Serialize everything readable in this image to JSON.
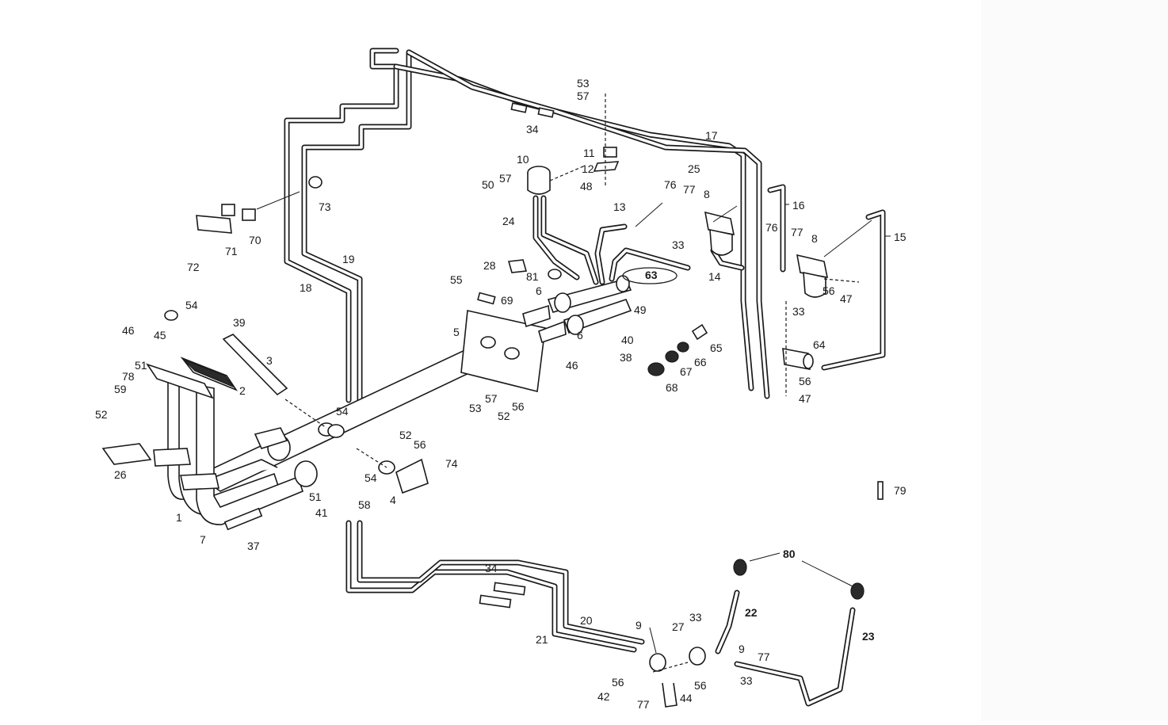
{
  "labels": {
    "l1": "1",
    "l2": "2",
    "l3": "3",
    "l4": "4",
    "l5": "5",
    "l6a": "6",
    "l6b": "6",
    "l7": "7",
    "l8a": "8",
    "l8b": "8",
    "l9a": "9",
    "l9b": "9",
    "l10": "10",
    "l11": "11",
    "l12": "12",
    "l13": "13",
    "l14": "14",
    "l15": "15",
    "l16": "16",
    "l17": "17",
    "l18": "18",
    "l19": "19",
    "l20": "20",
    "l21": "21",
    "l22": "22",
    "l23": "23",
    "l24": "24",
    "l25": "25",
    "l26": "26",
    "l27": "27",
    "l28": "28",
    "l33a": "33",
    "l33b": "33",
    "l33c": "33",
    "l33d": "33",
    "l34a": "34",
    "l34b": "34",
    "l37": "37",
    "l38": "38",
    "l39": "39",
    "l40": "40",
    "l41": "41",
    "l42": "42",
    "l44": "44",
    "l45": "45",
    "l46a": "46",
    "l46b": "46",
    "l47a": "47",
    "l47b": "47",
    "l48": "48",
    "l49": "49",
    "l50": "50",
    "l51a": "51",
    "l51b": "51",
    "l52a": "52",
    "l52b": "52",
    "l52c": "52",
    "l53a": "53",
    "l53b": "53",
    "l54a": "54",
    "l54b": "54",
    "l54c": "54",
    "l55": "55",
    "l56a": "56",
    "l56b": "56",
    "l56c": "56",
    "l56d": "56",
    "l56e": "56",
    "l56f": "56",
    "l57a": "57",
    "l57b": "57",
    "l57c": "57",
    "l58": "58",
    "l59": "59",
    "l63": "63",
    "l64": "64",
    "l65": "65",
    "l66": "66",
    "l67": "67",
    "l68": "68",
    "l69": "69",
    "l70": "70",
    "l71": "71",
    "l72": "72",
    "l73": "73",
    "l74": "74",
    "l76a": "76",
    "l76b": "76",
    "l77a": "77",
    "l77b": "77",
    "l77c": "77",
    "l77d": "77",
    "l78": "78",
    "l79": "79",
    "l80": "80",
    "l81": "81"
  }
}
